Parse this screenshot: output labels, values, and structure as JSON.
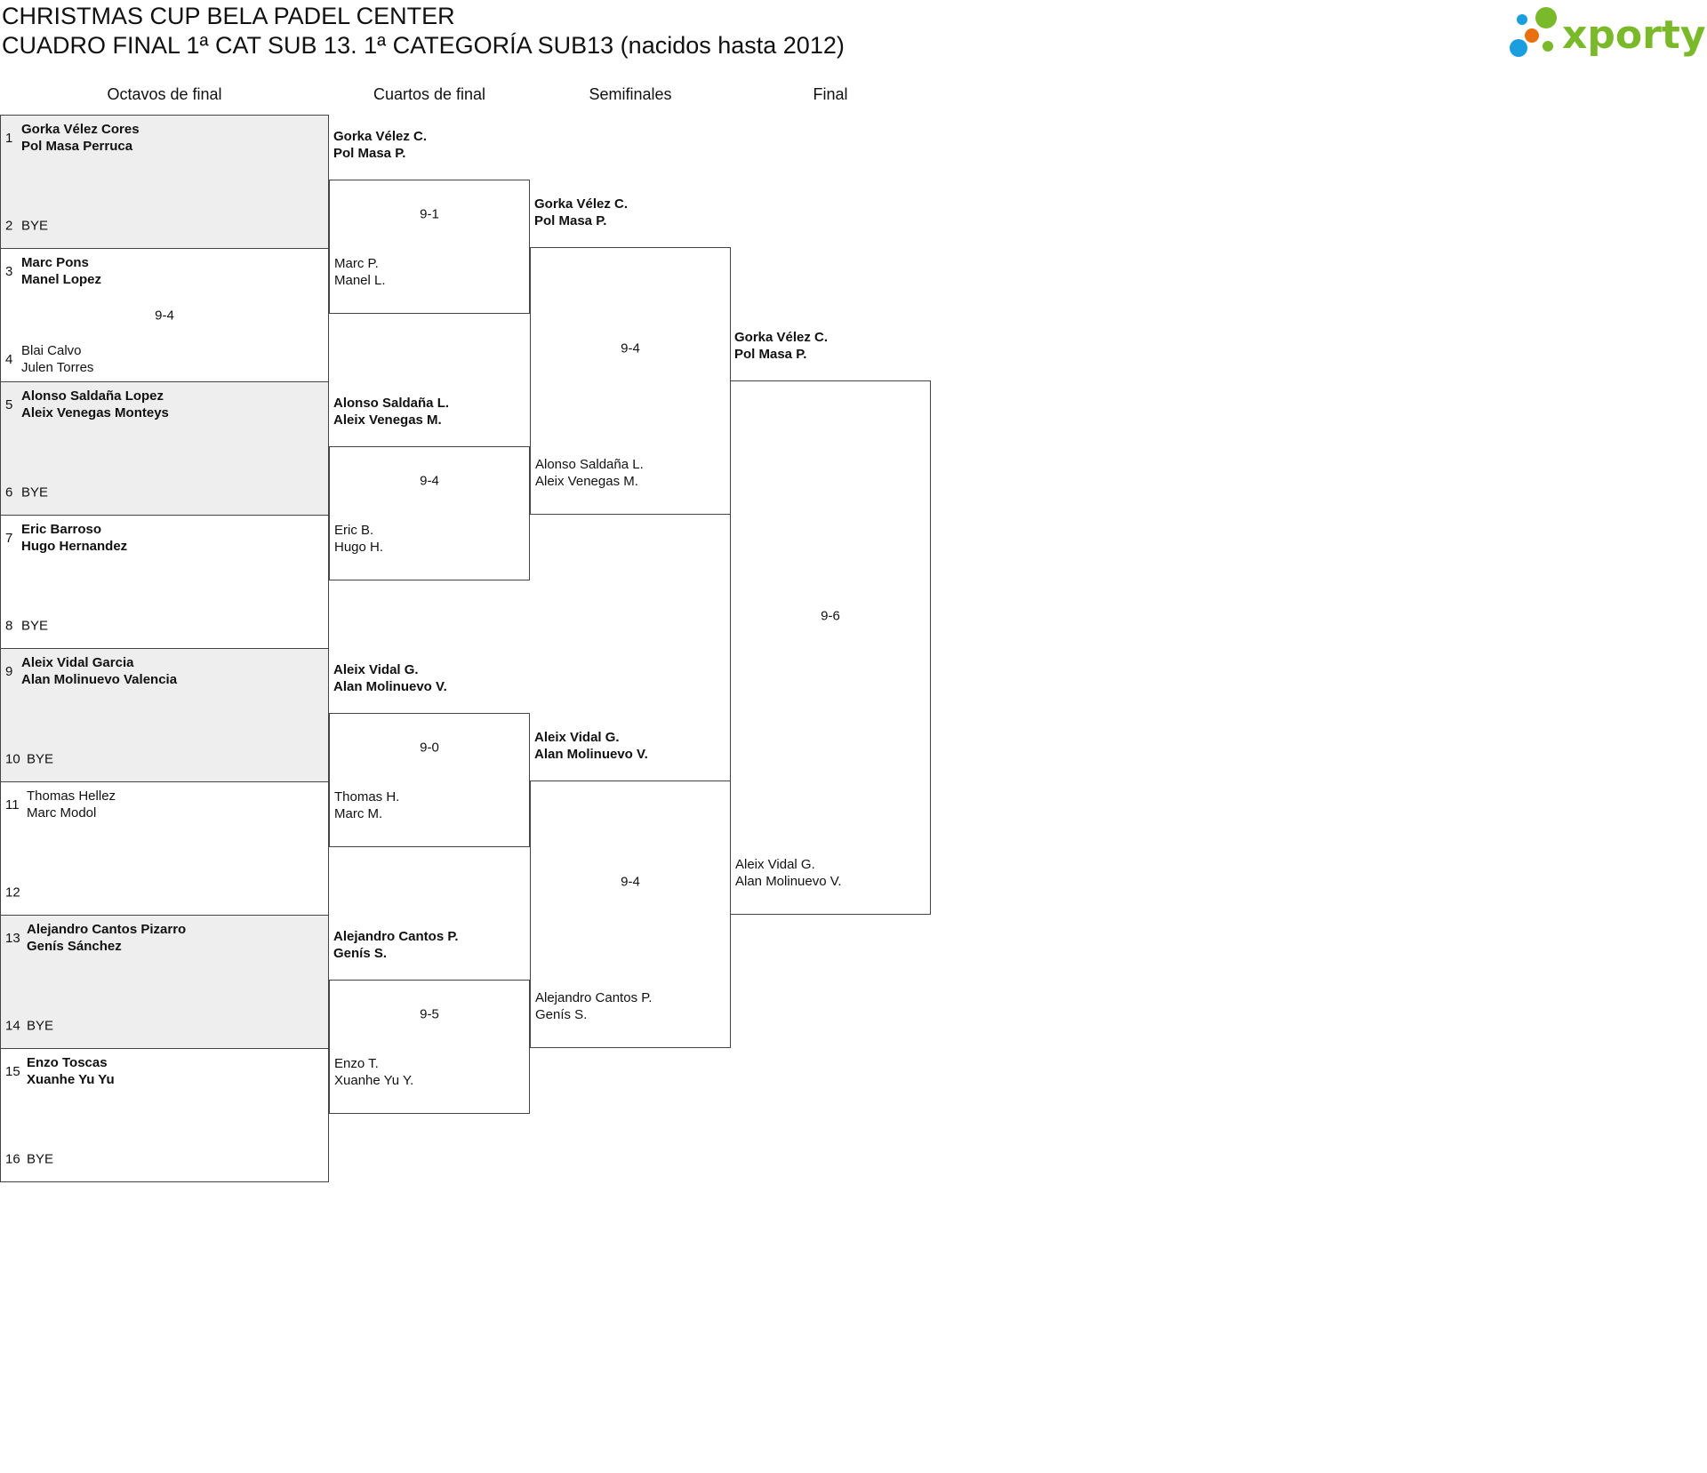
{
  "header": {
    "title": "CHRISTMAS CUP BELA PADEL CENTER",
    "subtitle": "CUADRO FINAL 1ª CAT SUB 13. 1ª CATEGORÍA SUB13 (nacidos hasta 2012)",
    "logo_text": "xporty"
  },
  "colors": {
    "logo_green": "#7ab929",
    "logo_blue": "#1a9ee0",
    "logo_orange": "#e8700f",
    "shaded": "#eeeeee"
  },
  "rounds": [
    "Octavos de final",
    "Cuartos de final",
    "Semifinales",
    "Final"
  ],
  "round1": [
    {
      "seed_top": "1",
      "top": [
        "Gorka Vélez Cores",
        "Pol Masa Perruca"
      ],
      "top_bold": true,
      "seed_bottom": "2",
      "bottom": [
        "BYE"
      ],
      "bottom_bold": false,
      "score": "",
      "shaded": true
    },
    {
      "seed_top": "3",
      "top": [
        "Marc Pons",
        "Manel Lopez"
      ],
      "top_bold": true,
      "seed_bottom": "4",
      "bottom": [
        "Blai Calvo",
        "Julen Torres"
      ],
      "bottom_bold": false,
      "score": "9-4",
      "shaded": false
    },
    {
      "seed_top": "5",
      "top": [
        "Alonso Saldaña Lopez",
        "Aleix Venegas Monteys"
      ],
      "top_bold": true,
      "seed_bottom": "6",
      "bottom": [
        "BYE"
      ],
      "bottom_bold": false,
      "score": "",
      "shaded": true
    },
    {
      "seed_top": "7",
      "top": [
        "Eric Barroso",
        "Hugo Hernandez"
      ],
      "top_bold": true,
      "seed_bottom": "8",
      "bottom": [
        "BYE"
      ],
      "bottom_bold": false,
      "score": "",
      "shaded": false
    },
    {
      "seed_top": "9",
      "top": [
        "Aleix Vidal Garcia",
        "Alan Molinuevo Valencia"
      ],
      "top_bold": true,
      "seed_bottom": "10",
      "bottom": [
        "BYE"
      ],
      "bottom_bold": false,
      "score": "",
      "shaded": true
    },
    {
      "seed_top": "11",
      "top": [
        "Thomas Hellez",
        "Marc Modol"
      ],
      "top_bold": false,
      "seed_bottom": "12",
      "bottom": [],
      "bottom_bold": false,
      "score": "",
      "shaded": false
    },
    {
      "seed_top": "13",
      "top": [
        "Alejandro Cantos Pizarro",
        "Genís Sánchez"
      ],
      "top_bold": true,
      "seed_bottom": "14",
      "bottom": [
        "BYE"
      ],
      "bottom_bold": false,
      "score": "",
      "shaded": true
    },
    {
      "seed_top": "15",
      "top": [
        "Enzo Toscas",
        "Xuanhe Yu Yu"
      ],
      "top_bold": true,
      "seed_bottom": "16",
      "bottom": [
        "BYE"
      ],
      "bottom_bold": false,
      "score": "",
      "shaded": false
    }
  ],
  "round2": [
    {
      "winner": [
        "Gorka Vélez C.",
        "Pol Masa P."
      ],
      "score": "9-1",
      "loser": [
        "Marc P.",
        "Manel L."
      ]
    },
    {
      "winner": [
        "Alonso Saldaña L.",
        "Aleix Venegas M."
      ],
      "score": "9-4",
      "loser": [
        "Eric B.",
        "Hugo H."
      ]
    },
    {
      "winner": [
        "Aleix Vidal G.",
        "Alan Molinuevo V."
      ],
      "score": "9-0",
      "loser": [
        "Thomas H.",
        "Marc M."
      ]
    },
    {
      "winner": [
        "Alejandro Cantos P.",
        "Genís S."
      ],
      "score": "9-5",
      "loser": [
        "Enzo T.",
        "Xuanhe Yu Y."
      ]
    }
  ],
  "round3": [
    {
      "winner": [
        "Gorka Vélez C.",
        "Pol Masa P."
      ],
      "score": "9-4",
      "loser": [
        "Alonso Saldaña L.",
        "Aleix Venegas M."
      ]
    },
    {
      "winner": [
        "Aleix Vidal G.",
        "Alan Molinuevo V."
      ],
      "score": "9-4",
      "loser": [
        "Alejandro Cantos P.",
        "Genís S."
      ]
    }
  ],
  "round4": [
    {
      "winner": [
        "Gorka Vélez C.",
        "Pol Masa P."
      ],
      "score": "9-6",
      "loser": [
        "Aleix Vidal G.",
        "Alan Molinuevo V."
      ]
    }
  ]
}
